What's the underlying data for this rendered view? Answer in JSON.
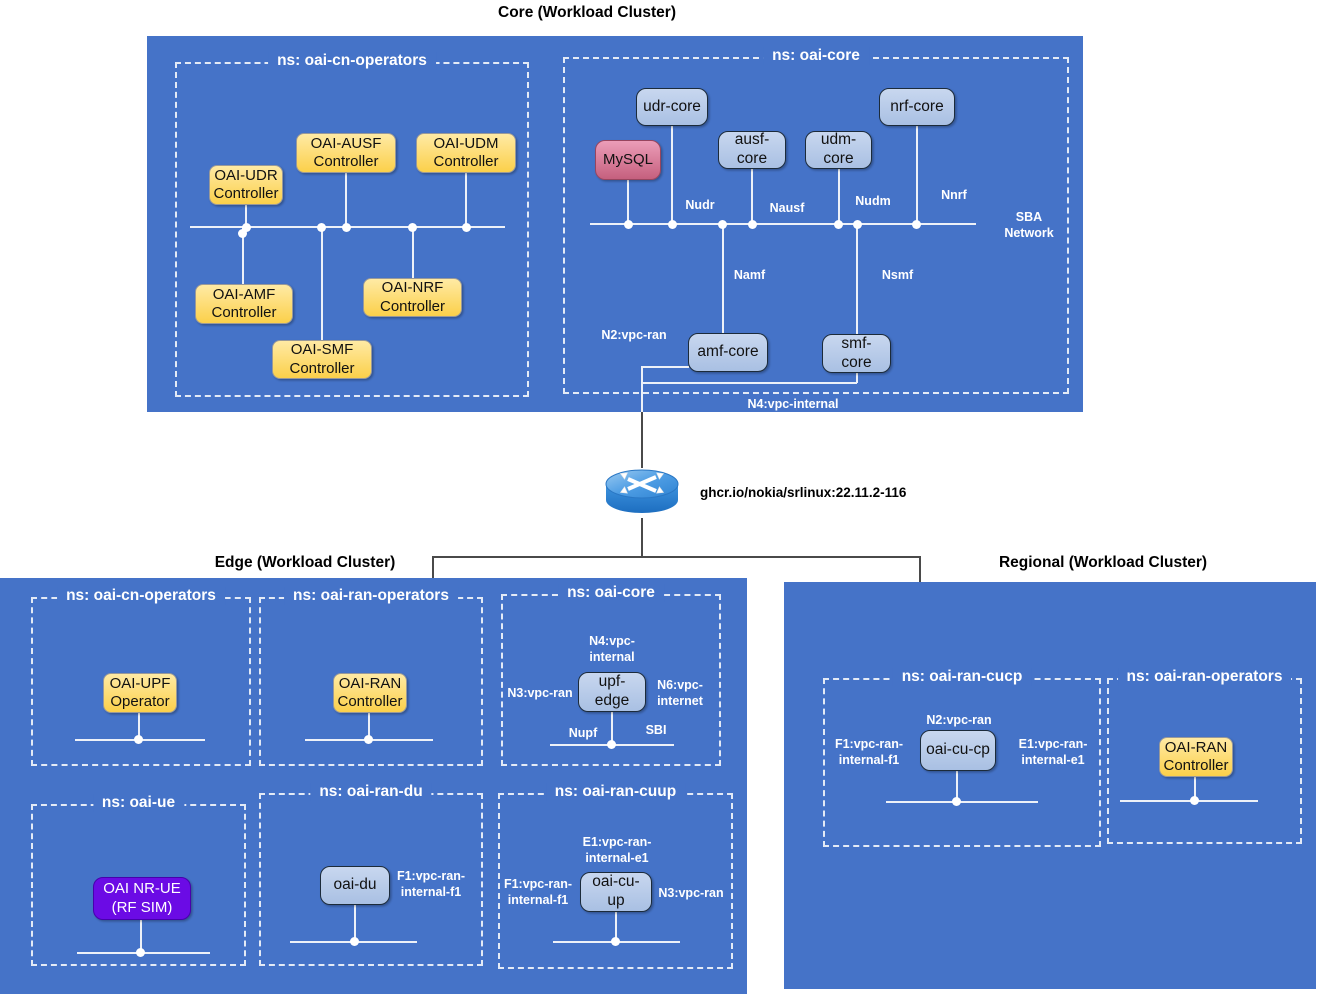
{
  "titles": {
    "core": "Core (Workload Cluster)",
    "edge": "Edge (Workload Cluster)",
    "regional": "Regional (Workload Cluster)"
  },
  "router": {
    "label": "ghcr.io/nokia/srlinux:22.11.2-116"
  },
  "namespaces": {
    "core_cn_ops": "ns: oai-cn-operators",
    "core_core": "ns: oai-core",
    "edge_cn_ops": "ns: oai-cn-operators",
    "edge_ran_ops": "ns: oai-ran-operators",
    "edge_core": "ns: oai-core",
    "edge_ue": "ns: oai-ue",
    "edge_ran_du": "ns: oai-ran-du",
    "edge_ran_cuup": "ns: oai-ran-cuup",
    "reg_ran_cucp": "ns: oai-ran-cucp",
    "reg_ran_ops": "ns: oai-ran-operators"
  },
  "nodes": {
    "udr_ctrl": "OAI-UDR Controller",
    "ausf_ctrl": "OAI-AUSF Controller",
    "udm_ctrl": "OAI-UDM Controller",
    "amf_ctrl": "OAI-AMF Controller",
    "nrf_ctrl": "OAI-NRF Controller",
    "smf_ctrl": "OAI-SMF Controller",
    "mysql": "MySQL",
    "udr_core": "udr-core",
    "ausf_core": "ausf-core",
    "udm_core": "udm-core",
    "nrf_core": "nrf-core",
    "amf_core": "amf-core",
    "smf_core": "smf-core",
    "upf_operator": "OAI-UPF Operator",
    "ran_ctrl_edge": "OAI-RAN Controller",
    "upf_edge": "upf-edge",
    "nr_ue": "OAI NR-UE (RF SIM)",
    "oai_du": "oai-du",
    "oai_cu_up": "oai-cu-up",
    "oai_cu_cp": "oai-cu-cp",
    "ran_ctrl_regional": "OAI-RAN Controller"
  },
  "net_labels": {
    "nudr": "Nudr",
    "nausf": "Nausf",
    "nudm": "Nudm",
    "nnrf": "Nnrf",
    "sba": "SBA Network",
    "namf": "Namf",
    "nsmf": "Nsmf",
    "n2_core": "N2:vpc-ran",
    "n4_core": "N4:vpc-internal",
    "n4_edge": "N4:vpc-internal",
    "n3_edge": "N3:vpc-ran",
    "n6_edge": "N6:vpc-internet",
    "nupf": "Nupf",
    "sbi": "SBI",
    "f1_du": "F1:vpc-ran-internal-f1",
    "e1_cuup": "E1:vpc-ran-internal-e1",
    "f1_cuup": "F1:vpc-ran-internal-f1",
    "n3_cuup": "N3:vpc-ran",
    "n2_cucp": "N2:vpc-ran",
    "f1_cucp": "F1:vpc-ran-internal-f1",
    "e1_cucp": "E1:vpc-ran-internal-e1"
  },
  "colors": {
    "cluster_blue": "#4573C8",
    "node_blue": "#B9CCE8",
    "node_yellow": "#FCD34F",
    "node_pink": "#D87A99",
    "node_purple": "#6B0BE5",
    "line_light": "#EDF1F8",
    "line_dark": "#4a4a4a"
  }
}
